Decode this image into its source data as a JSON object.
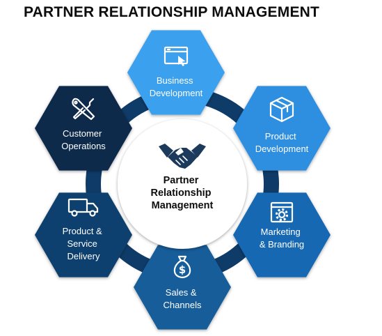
{
  "title": "PARTNER RELATIONSHIP MANAGEMENT",
  "center": {
    "label_lines": [
      "Partner",
      "Relationship",
      "Management"
    ],
    "icon": "handshake-icon"
  },
  "segments": [
    {
      "id": "business-development",
      "label_lines": [
        "Business",
        "Development"
      ],
      "icon": "browser-cursor-icon",
      "color": "#3aa0ee"
    },
    {
      "id": "product-development",
      "label_lines": [
        "Product",
        "Development"
      ],
      "icon": "package-box-icon",
      "color": "#2f8fe0"
    },
    {
      "id": "marketing-branding",
      "label_lines": [
        "Marketing",
        "& Branding"
      ],
      "icon": "settings-window-icon",
      "color": "#1668b3"
    },
    {
      "id": "sales-channels",
      "label_lines": [
        "Sales &",
        "Channels"
      ],
      "icon": "money-bag-icon",
      "color": "#165d9a"
    },
    {
      "id": "product-service-delivery",
      "label_lines": [
        "Product &",
        "Service",
        "Delivery"
      ],
      "icon": "delivery-truck-icon",
      "color": "#0f3f6e"
    },
    {
      "id": "customer-operations",
      "label_lines": [
        "Customer",
        "Operations"
      ],
      "icon": "wrench-screwdriver-icon",
      "color": "#0c2a4c"
    }
  ],
  "colors": {
    "ring": "#0f3b68",
    "center_fill": "#ffffff",
    "center_text": "#0d0d0d",
    "center_icon": "#1b3a5c",
    "segment_text": "#ffffff"
  }
}
